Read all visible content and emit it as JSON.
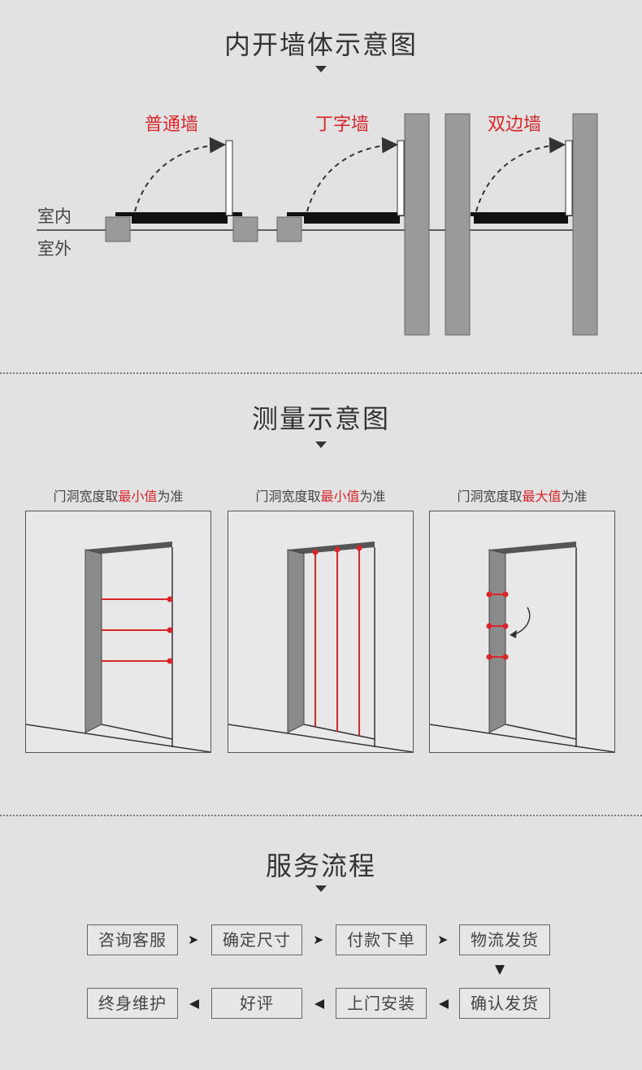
{
  "section1": {
    "title": "内开墙体示意图",
    "walls": [
      "普通墙",
      "丁字墙",
      "双边墙"
    ],
    "indoor": "室内",
    "outdoor": "室外"
  },
  "section2": {
    "title": "测量示意图",
    "panels": [
      {
        "prefix": "门洞宽度取",
        "highlight": "最小值",
        "suffix": "为准"
      },
      {
        "prefix": "门洞宽度取",
        "highlight": "最小值",
        "suffix": "为准"
      },
      {
        "prefix": "门洞宽度取",
        "highlight": "最大值",
        "suffix": "为准"
      }
    ]
  },
  "section3": {
    "title": "服务流程",
    "steps": [
      "咨询客服",
      "确定尺寸",
      "付款下单",
      "物流发货",
      "确认发货",
      "上门安装",
      "好评",
      "终身维护"
    ]
  },
  "colors": {
    "background": "#e2e2e2",
    "accent_red": "#d8262b",
    "wall_gray": "#9a9a9a",
    "door_black": "#111111"
  }
}
